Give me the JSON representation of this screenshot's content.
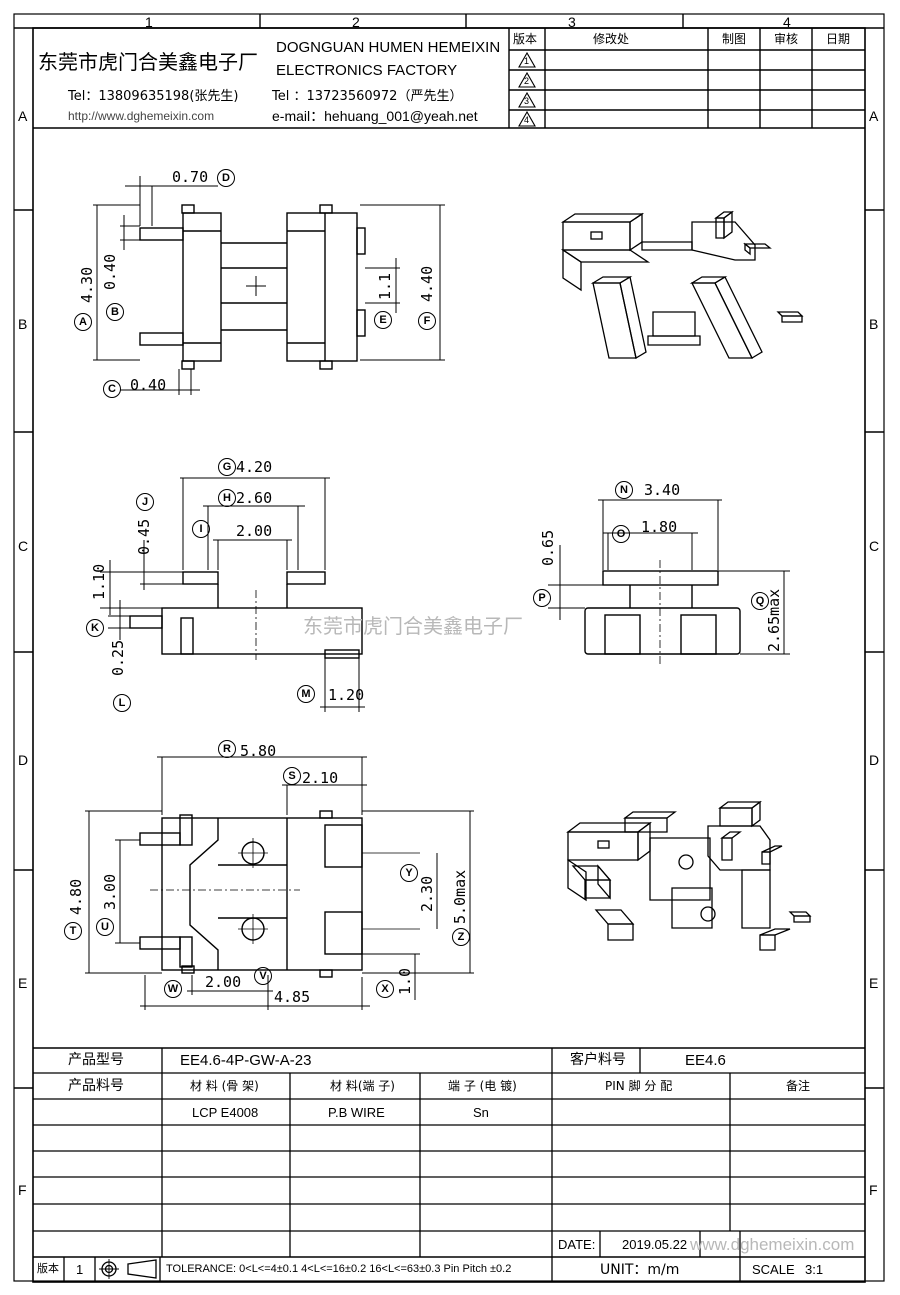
{
  "zones": {
    "columns": [
      "1",
      "2",
      "3",
      "4"
    ],
    "rows": [
      "A",
      "B",
      "C",
      "D",
      "E",
      "F"
    ]
  },
  "header": {
    "company_cn": "东莞市虎门合美鑫电子厂",
    "company_en_1": "DOGNGUAN HUMEN HEMEIXIN",
    "company_en_2": "ELECTRONICS FACTORY",
    "tel_1": "Tel：13809635198(张先生)",
    "tel_2": "Tel ：13723560972（严先生）",
    "website": "http://www.dghemeixin.com",
    "email": "e-mail：hehuang_001@yeah.net"
  },
  "revision_table": {
    "headers": [
      "版本",
      "修改处",
      "制图",
      "审核",
      "日期"
    ],
    "rows": [
      "1",
      "2",
      "3",
      "4"
    ]
  },
  "dimensions": {
    "top_view": {
      "d_val": "0.70",
      "a_val": "4.30",
      "b_val": "0.40",
      "c_val": "0.40",
      "e_val": "1.1",
      "f_val": "4.40"
    },
    "side_view": {
      "g_val": "4.20",
      "h_val": "2.60",
      "i_val": "2.00",
      "j_val": "0.45",
      "k_val": "1.10",
      "l_val": "0.25",
      "m_val": "1.20"
    },
    "end_view": {
      "n_val": "3.40",
      "o_val": "1.80",
      "p_val": "0.65",
      "q_val": "2.65max"
    },
    "bottom_view": {
      "r_val": "5.80",
      "s_val": "2.10",
      "t_val": "4.80",
      "u_val": "3.00",
      "y_val": "2.30",
      "z_val": "5.0max",
      "v_val": "2.00",
      "w_val": "4.85",
      "x_val": "1.0"
    }
  },
  "labels": {
    "A": "A",
    "B": "B",
    "C": "C",
    "D": "D",
    "E": "E",
    "F": "F",
    "G": "G",
    "H": "H",
    "I": "I",
    "J": "J",
    "K": "K",
    "L": "L",
    "M": "M",
    "N": "N",
    "O": "O",
    "P": "P",
    "Q": "Q",
    "R": "R",
    "S": "S",
    "T": "T",
    "U": "U",
    "V": "V",
    "W": "W",
    "X": "X",
    "Y": "Y",
    "Z": "Z"
  },
  "watermark": {
    "center": "东莞市虎门合美鑫电子厂",
    "corner": "www.dghemeixin.com"
  },
  "title_block": {
    "product_model_label": "产品型号",
    "product_model": "EE4.6-4P-GW-A-23",
    "customer_part_label": "客户料号",
    "customer_part": "EE4.6",
    "product_part_label": "产品料号",
    "col_material_frame": "材 料 (骨 架)",
    "col_material_pin": "材 料(端 子)",
    "col_plating": "端 子 (电 镀)",
    "col_pin_assign": "PIN 脚 分 配",
    "col_remark": "备注",
    "material_frame": "LCP E4008",
    "material_pin": "P.B WIRE",
    "plating": "Sn",
    "date_label": "DATE:",
    "date": "2019.05.22",
    "version_label": "版本",
    "version": "1",
    "tolerance": "TOLERANCE: 0<L<=4±0.1  4<L<=16±0.2  16<L<=63±0.3  Pin Pitch  ±0.2",
    "unit": "UNIT：m/m",
    "scale_label": "SCALE",
    "scale": "3:1"
  }
}
